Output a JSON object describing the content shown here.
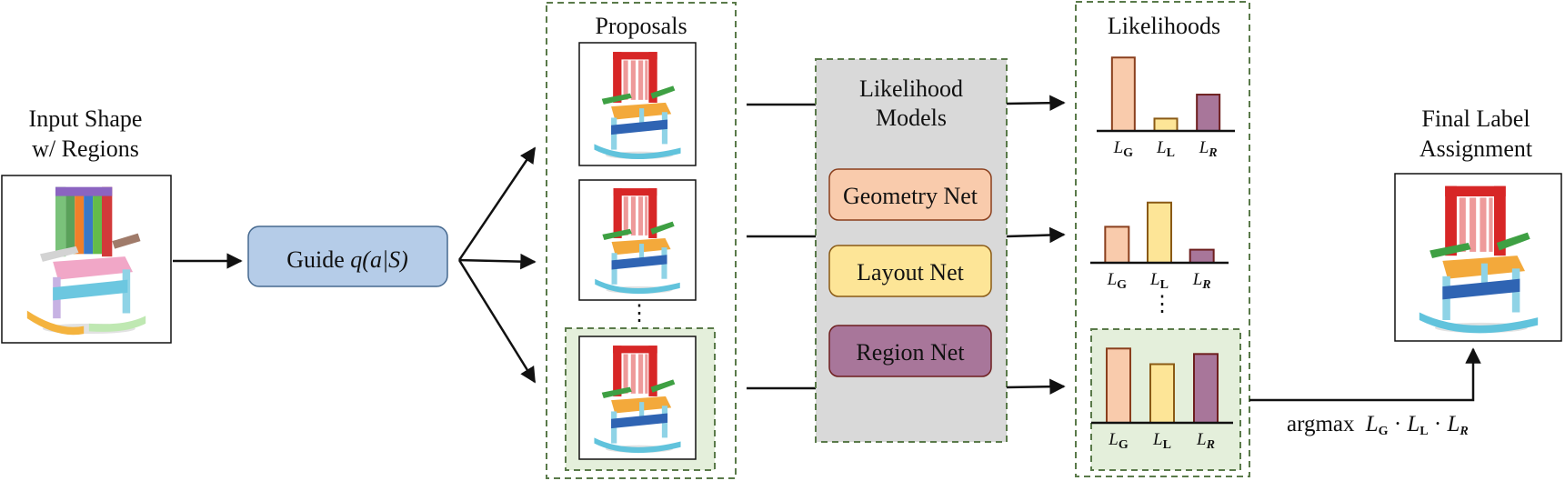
{
  "input": {
    "title_line1": "Input Shape",
    "title_line2": "w/ Regions"
  },
  "guide": {
    "label": "Guide",
    "formula": "q(a|S)"
  },
  "proposals": {
    "title": "Proposals",
    "ellipsis": "⋮"
  },
  "likelihood_models": {
    "title_line1": "Likelihood",
    "title_line2": "Models",
    "nets": [
      {
        "label": "Geometry Net",
        "fill": "#f9cbac",
        "stroke": "#8a3f1d"
      },
      {
        "label": "Layout Net",
        "fill": "#fde597",
        "stroke": "#8a5a15"
      },
      {
        "label": "Region Net",
        "fill": "#a8769a",
        "stroke": "#6e1f1f"
      }
    ]
  },
  "likelihoods": {
    "title": "Likelihoods",
    "ellipsis": "⋮",
    "term_labels": [
      {
        "main": "L",
        "sub": "G"
      },
      {
        "main": "L",
        "sub": "L"
      },
      {
        "main": "L",
        "sub": "R"
      }
    ],
    "charts": [
      {
        "values": [
          0.95,
          0.16,
          0.47
        ]
      },
      {
        "values": [
          0.55,
          0.92,
          0.2
        ]
      },
      {
        "values": [
          0.95,
          0.75,
          0.88
        ]
      }
    ],
    "bar_colors": [
      "#f9cbac",
      "#fde597",
      "#a8769a"
    ],
    "bar_strokes": [
      "#8a3f1d",
      "#8a5a15",
      "#6e1f1f"
    ]
  },
  "final": {
    "title_line1": "Final Label",
    "title_line2": "Assignment",
    "argmax_prefix": "argmax",
    "argmax_terms": [
      {
        "main": "L",
        "sub": "G"
      },
      {
        "main": "L",
        "sub": "L"
      },
      {
        "main": "L",
        "sub": "R"
      }
    ]
  },
  "colors": {
    "guide_fill": "#b5cce8",
    "guide_stroke": "#46698f",
    "dashed_stroke": "#5a7a4a",
    "models_fill": "#d9d9d9",
    "highlight_fill": "#e4efdb"
  }
}
